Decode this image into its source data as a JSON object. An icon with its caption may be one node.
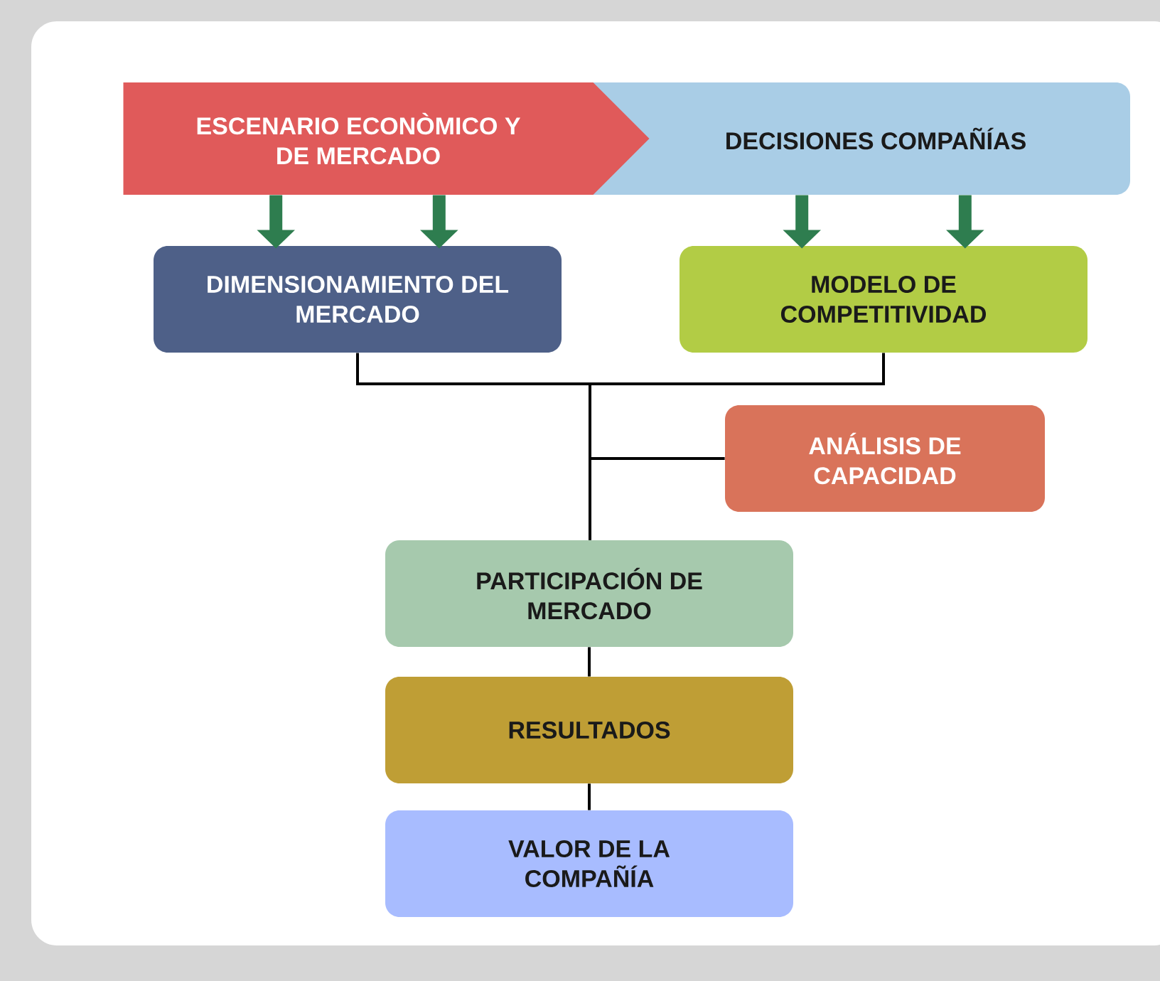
{
  "diagram": {
    "nodes": [
      {
        "text": [
          "ESCENARIO ECONÒMICO Y DE MERCADO"
        ]
      },
      {
        "text": [
          "DECISIONES COMPAÑÍAS"
        ]
      },
      {
        "text": [
          "DIMENSIONAMIENTO DEL MERCADO"
        ]
      },
      {
        "text": [
          "MODELO DE COMPETITIVIDAD"
        ]
      },
      {
        "text": [
          "ANÁLISIS DE CAPACIDAD"
        ]
      },
      {
        "text": [
          "PARTICIPACIÓN DE MERCADO"
        ]
      },
      {
        "text": [
          "RESULTADOS"
        ]
      },
      {
        "text": [
          "VALOR DE LA COMPAÑÍA"
        ]
      }
    ],
    "edges": [
      {
        "from": 0,
        "to": 2,
        "arrow": "to",
        "style": "thick",
        "color": "#2e7d4f"
      },
      {
        "from": 0,
        "to": 2,
        "arrow": "to",
        "style": "thick",
        "color": "#2e7d4f"
      },
      {
        "from": 1,
        "to": 3,
        "arrow": "to",
        "style": "thick",
        "color": "#2e7d4f"
      },
      {
        "from": 1,
        "to": 3,
        "arrow": "to",
        "style": "thick",
        "color": "#2e7d4f"
      },
      {
        "from": 2,
        "to": 5,
        "arrow": "none"
      },
      {
        "from": 3,
        "to": 5,
        "arrow": "none"
      },
      {
        "from": 4,
        "to": 5,
        "arrow": "none"
      },
      {
        "from": 5,
        "to": 6,
        "arrow": "none"
      },
      {
        "from": 6,
        "to": 7,
        "arrow": "none"
      }
    ]
  }
}
